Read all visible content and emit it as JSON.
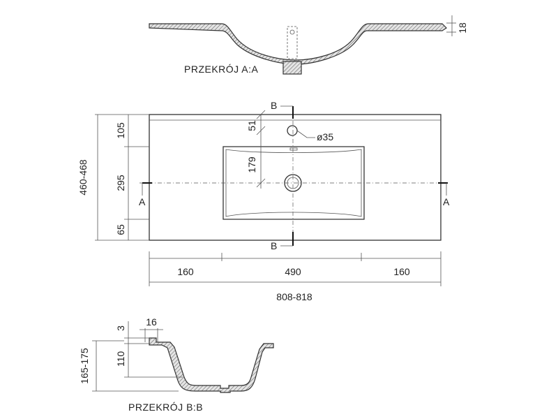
{
  "section_aa": {
    "title": "PRZEKRÓJ A:A",
    "dim_thickness": "18"
  },
  "plan": {
    "cut_label_b_top": "B",
    "cut_label_b_bottom": "B",
    "cut_label_a_left": "A",
    "cut_label_a_right": "A",
    "dim_top": "105",
    "dim_middle": "295",
    "dim_bottom": "65",
    "dim_depth_total": "460-468",
    "dim_tap_offset": "51",
    "dim_tap_hole": "ø35",
    "dim_bowl_to_drain": "179",
    "dim_left": "160",
    "dim_center": "490",
    "dim_right": "160",
    "dim_width_total": "808-818"
  },
  "section_bb": {
    "title": "PRZEKRÓJ B:B",
    "dim_wall": "16",
    "dim_lip": "3",
    "dim_bowl_depth": "110",
    "dim_height_total": "165-175"
  }
}
